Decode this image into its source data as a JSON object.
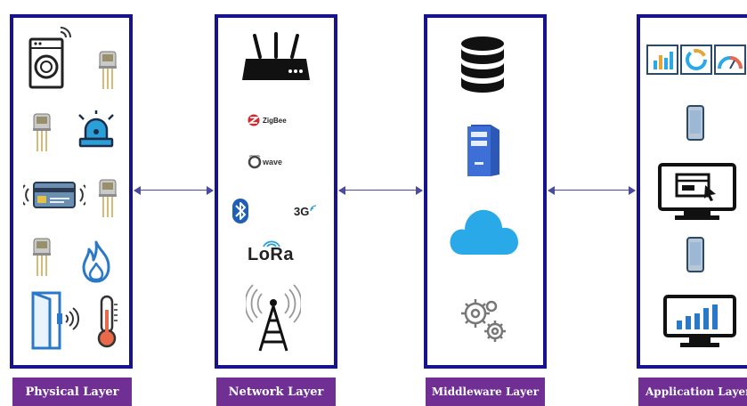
{
  "layers": [
    {
      "name": "Physical Layer"
    },
    {
      "name": "Network Layer"
    },
    {
      "name": "Middleware Layer"
    },
    {
      "name": "Application Layer"
    }
  ],
  "network_badges": {
    "zigbee": "ZigBee",
    "zwave": "wave",
    "three_g": "3G",
    "lora": "LoRa"
  },
  "colors": {
    "panel_border": "#17138f",
    "label_bg": "#6f2f93",
    "connector": "#4a4aa0",
    "cloud_blue": "#2aa9e8",
    "server_blue": "#3d6fd6"
  },
  "icons": {
    "physical": [
      "washing-machine-icon",
      "sensor-icon",
      "sensor-icon",
      "alarm-light-icon",
      "card-reader-icon",
      "sensor-icon",
      "sensor-icon",
      "fire-icon",
      "door-sensor-icon",
      "thermometer-icon"
    ],
    "network": [
      "router-icon",
      "zigbee-logo",
      "zwave-logo",
      "bluetooth-icon",
      "3g-icon",
      "lora-logo",
      "radio-tower-icon"
    ],
    "middleware": [
      "database-icon",
      "server-icon",
      "cloud-icon",
      "gears-icon"
    ],
    "application": [
      "dashboard-widgets-icon",
      "smartphone-icon",
      "web-app-monitor-icon",
      "smartphone-icon",
      "analytics-monitor-icon"
    ]
  }
}
